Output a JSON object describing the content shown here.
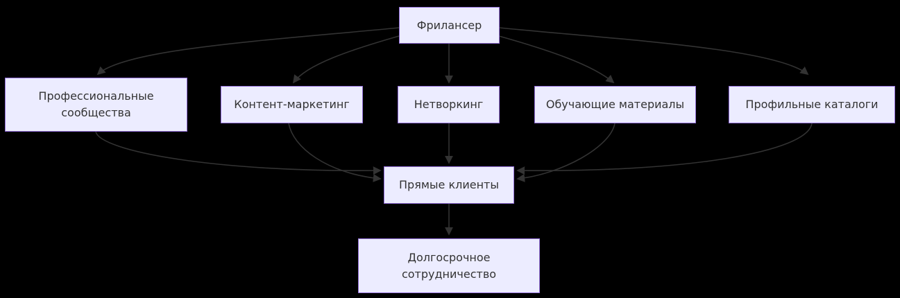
{
  "diagram": {
    "type": "flowchart",
    "direction": "top-down",
    "colors": {
      "background": "#000000",
      "node_fill": "#ECECFF",
      "node_border": "#9370DB",
      "node_text": "#333333",
      "edge": "#333333"
    },
    "nodes": {
      "freelancer": {
        "label": "Фрилансер"
      },
      "communities": {
        "label": "Профессиональные сообщества"
      },
      "content": {
        "label": "Контент-маркетинг"
      },
      "networking": {
        "label": "Нетворкинг"
      },
      "edu": {
        "label": "Обучающие материалы"
      },
      "catalogs": {
        "label": "Профильные каталоги"
      },
      "direct_clients": {
        "label": "Прямые клиенты"
      },
      "long_term": {
        "label": "Долгосрочное сотрудничество"
      }
    },
    "edges": [
      {
        "from": "Фрилансер",
        "to": "Профессиональные сообщества"
      },
      {
        "from": "Фрилансер",
        "to": "Контент-маркетинг"
      },
      {
        "from": "Фрилансер",
        "to": "Нетворкинг"
      },
      {
        "from": "Фрилансер",
        "to": "Обучающие материалы"
      },
      {
        "from": "Фрилансер",
        "to": "Профильные каталоги"
      },
      {
        "from": "Профессиональные сообщества",
        "to": "Прямые клиенты"
      },
      {
        "from": "Контент-маркетинг",
        "to": "Прямые клиенты"
      },
      {
        "from": "Нетворкинг",
        "to": "Прямые клиенты"
      },
      {
        "from": "Обучающие материалы",
        "to": "Прямые клиенты"
      },
      {
        "from": "Профильные каталоги",
        "to": "Прямые клиенты"
      },
      {
        "from": "Прямые клиенты",
        "to": "Долгосрочное сотрудничество"
      }
    ]
  }
}
